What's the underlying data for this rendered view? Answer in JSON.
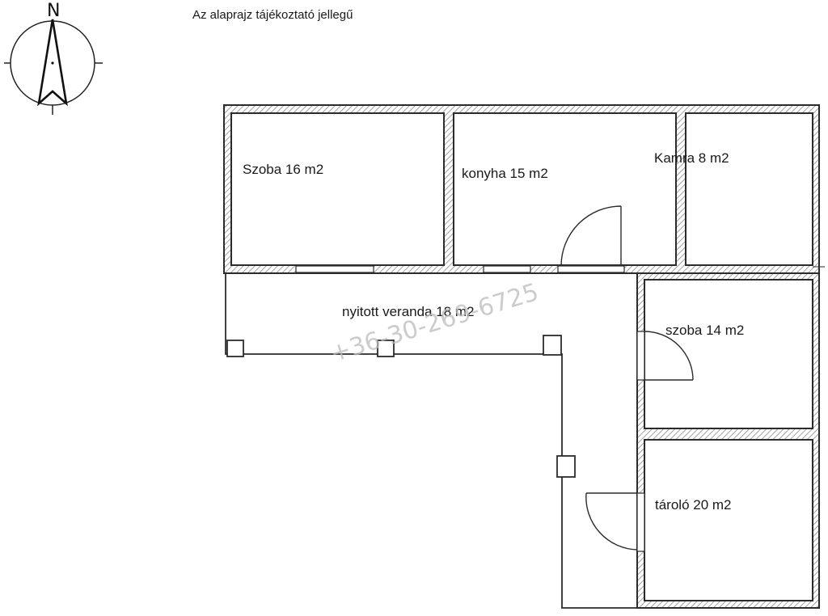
{
  "note": "Az alaprajz tájékoztató jellegű",
  "compass": {
    "north_letter": "N"
  },
  "watermark": "+36-30-269-6725",
  "rooms": {
    "szoba1": "Szoba 16 m2",
    "konyha": "konyha 15 m2",
    "kamra": "Kamra 8 m2",
    "veranda": "nyitott veranda 18 m2",
    "szoba2": "szoba 14 m2",
    "tarolo": "tároló 20 m2"
  },
  "colors": {
    "wall": "#2b2b2b",
    "hatch": "#7a7a7a",
    "background": "#ffffff",
    "watermark": "#bcbcbc"
  }
}
